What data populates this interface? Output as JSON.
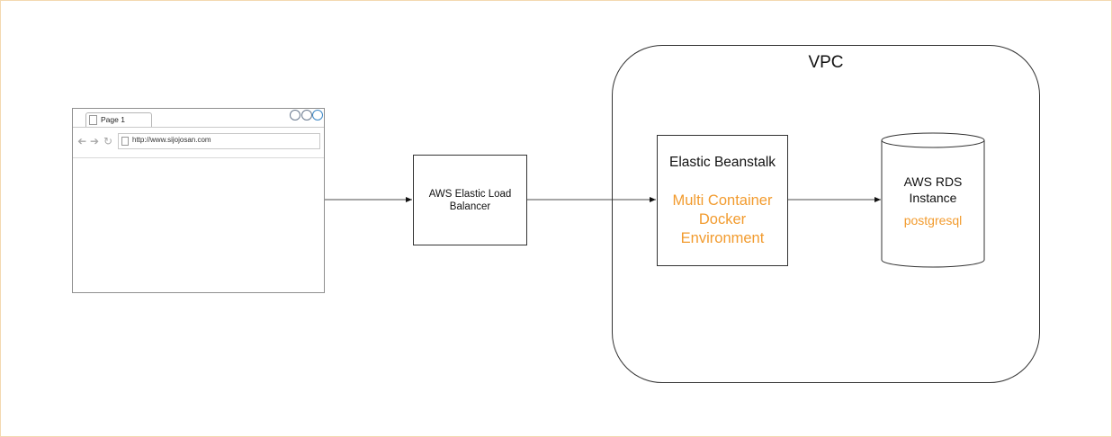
{
  "vpc": {
    "label": "VPC"
  },
  "browser": {
    "tab_label": "Page 1",
    "url": "http://www.sijojosan.com",
    "nav_icons": [
      "back-arrow-icon",
      "forward-arrow-icon",
      "reload-icon"
    ]
  },
  "load_balancer": {
    "label": "AWS Elastic Load Balancer"
  },
  "beanstalk": {
    "title": "Elastic Beanstalk",
    "subtitle": "Multi Container Docker Environment"
  },
  "rds": {
    "label": "AWS RDS Instance",
    "engine": "postgresql"
  },
  "colors": {
    "accent": "#f29b2e",
    "stroke": "#333333",
    "canvas_border": "#f3d9b1"
  }
}
